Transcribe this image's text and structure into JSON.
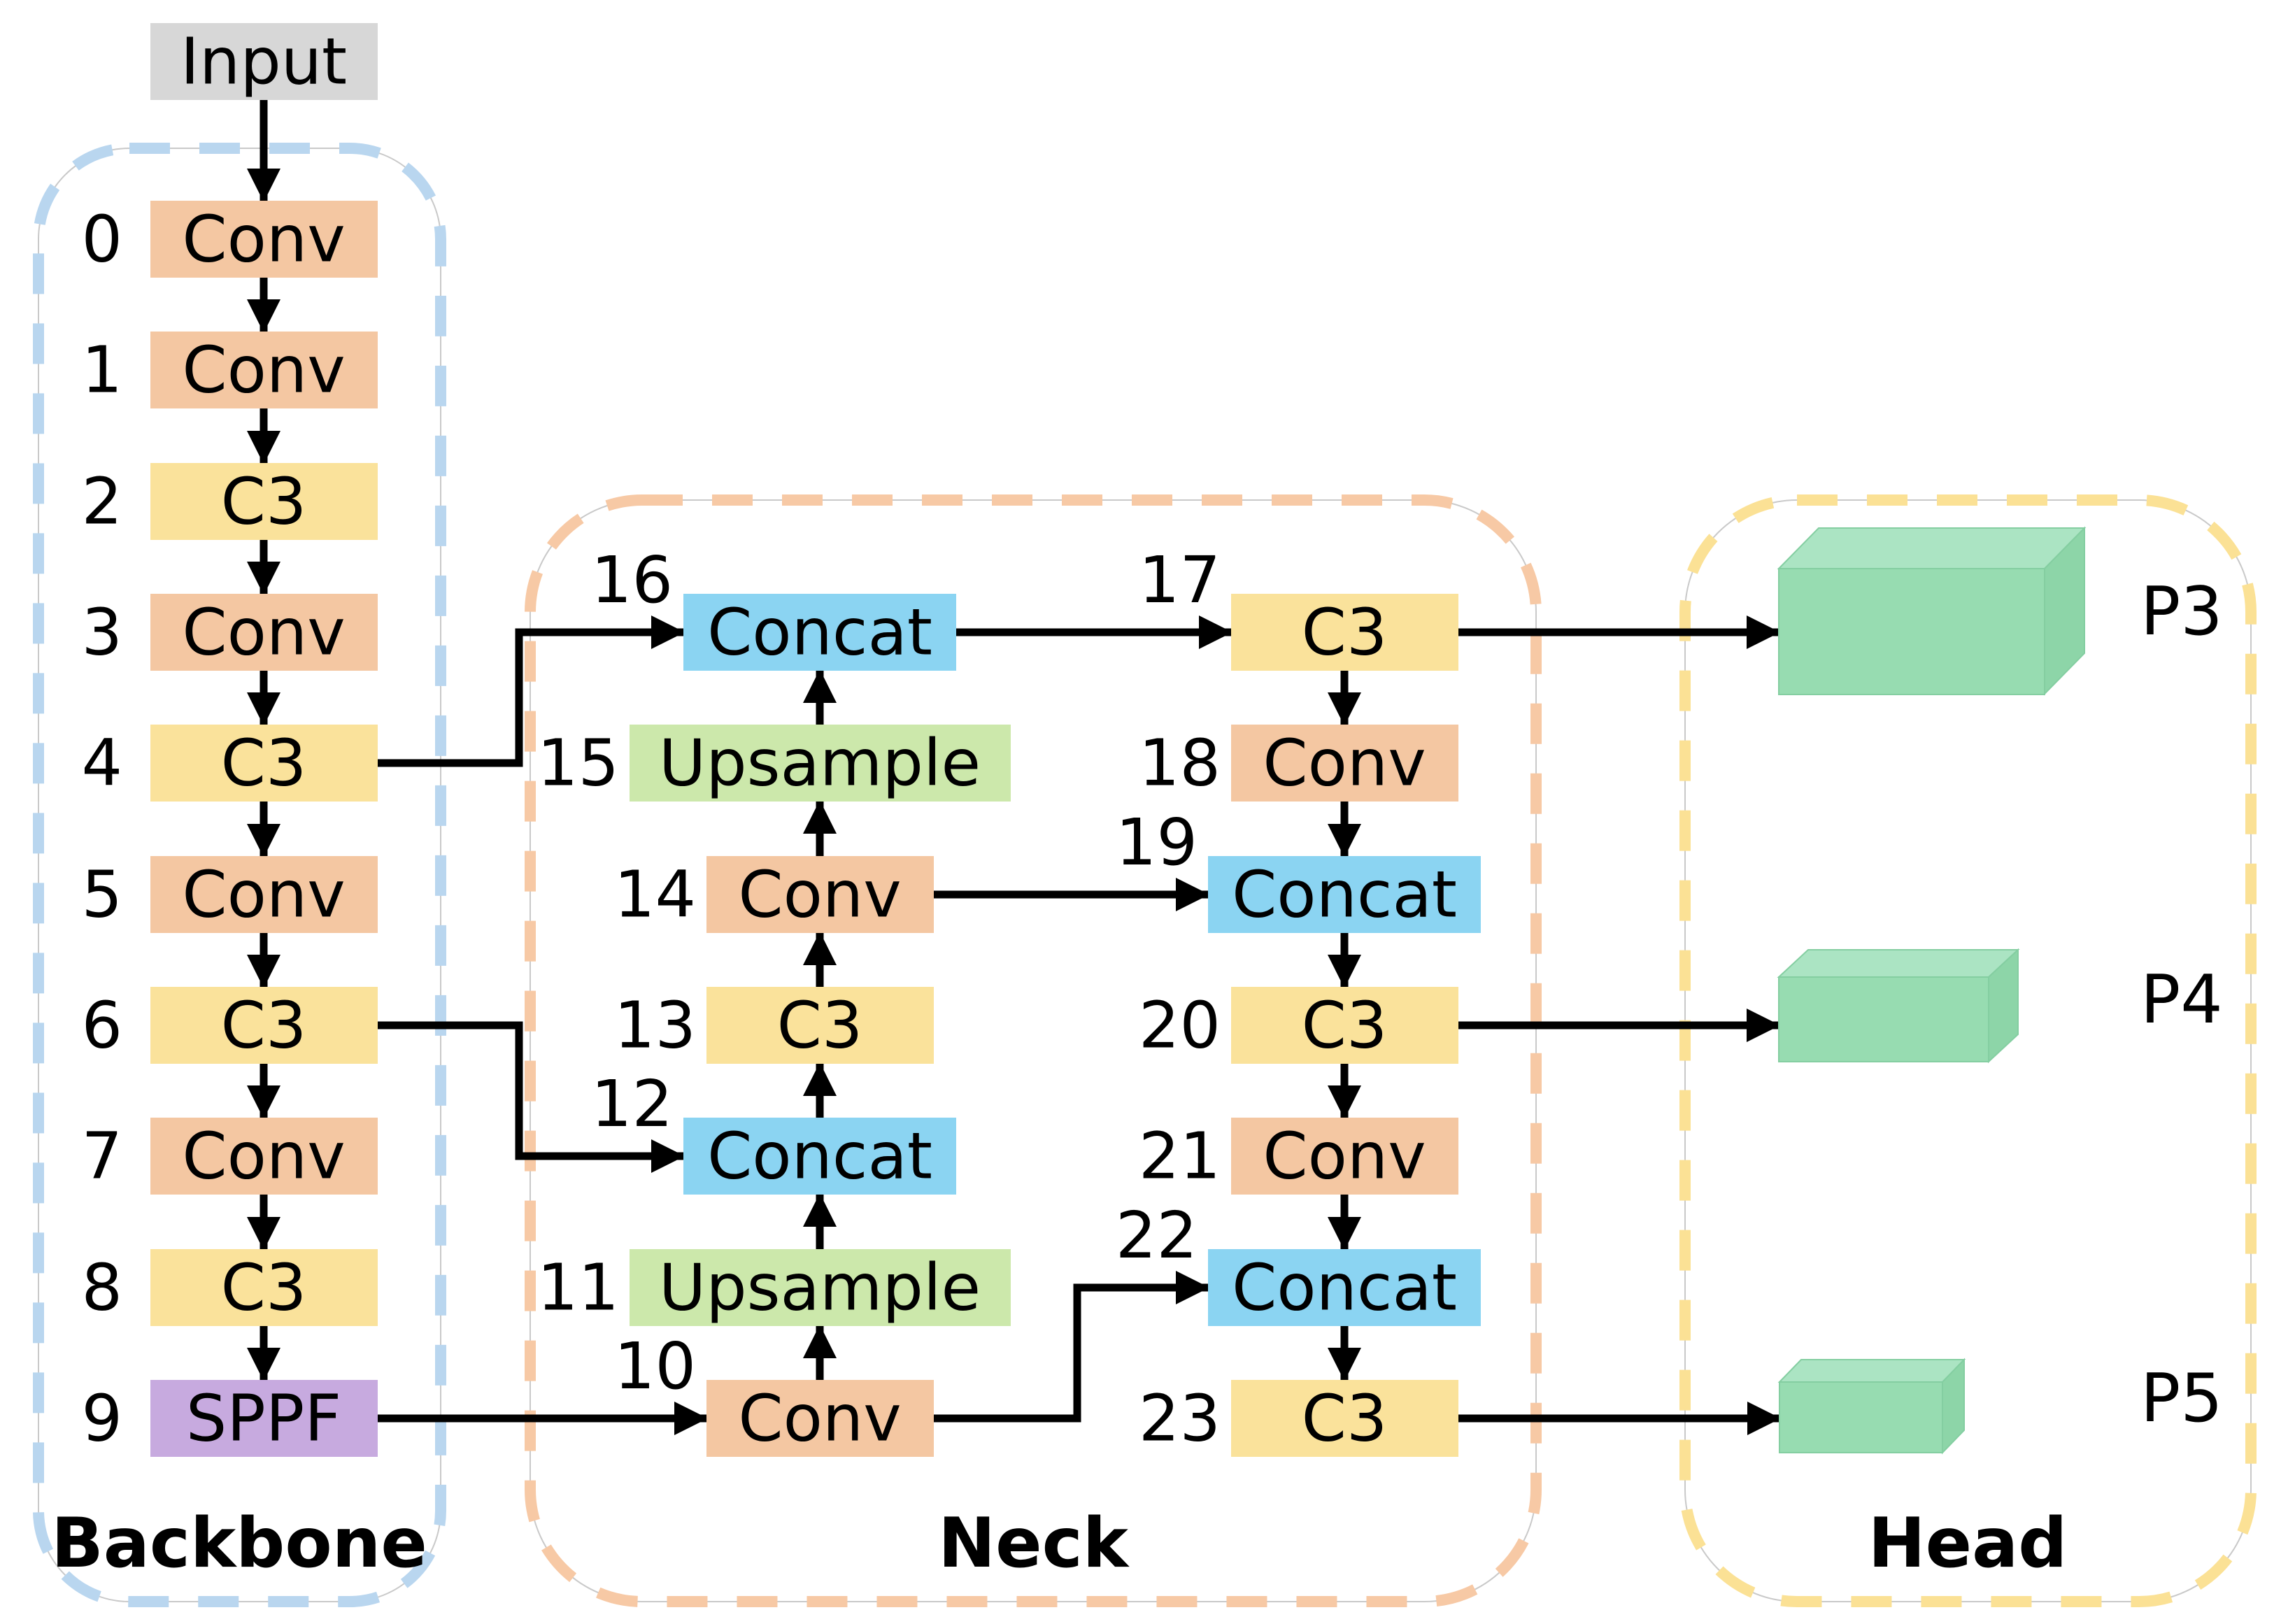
{
  "input": {
    "label": "Input"
  },
  "backbone": {
    "label": "Backbone",
    "nodes": [
      {
        "num": "0",
        "label": "Conv"
      },
      {
        "num": "1",
        "label": "Conv"
      },
      {
        "num": "2",
        "label": "C3"
      },
      {
        "num": "3",
        "label": "Conv"
      },
      {
        "num": "4",
        "label": "C3"
      },
      {
        "num": "5",
        "label": "Conv"
      },
      {
        "num": "6",
        "label": "C3"
      },
      {
        "num": "7",
        "label": "Conv"
      },
      {
        "num": "8",
        "label": "C3"
      },
      {
        "num": "9",
        "label": "SPPF"
      }
    ]
  },
  "neck": {
    "label": "Neck",
    "nodes": [
      {
        "num": "10",
        "label": "Conv"
      },
      {
        "num": "11",
        "label": "Upsample"
      },
      {
        "num": "12",
        "label": "Concat"
      },
      {
        "num": "13",
        "label": "C3"
      },
      {
        "num": "14",
        "label": "Conv"
      },
      {
        "num": "15",
        "label": "Upsample"
      },
      {
        "num": "16",
        "label": "Concat"
      },
      {
        "num": "17",
        "label": "C3"
      },
      {
        "num": "18",
        "label": "Conv"
      },
      {
        "num": "19",
        "label": "Concat"
      },
      {
        "num": "20",
        "label": "C3"
      },
      {
        "num": "21",
        "label": "Conv"
      },
      {
        "num": "22",
        "label": "Concat"
      },
      {
        "num": "23",
        "label": "C3"
      }
    ]
  },
  "head": {
    "label": "Head",
    "outputs": [
      {
        "label": "P3"
      },
      {
        "label": "P4"
      },
      {
        "label": "P5"
      }
    ]
  },
  "colors": {
    "input": "#D7D7D7",
    "conv": "#F4C7A2",
    "c3": "#FAE29B",
    "concat": "#8BD4F2",
    "upsample": "#CCE8AB",
    "sppf": "#C7AADF",
    "backbone_border": "#B9D6EF",
    "neck_border": "#F7C9A5",
    "head_border": "#FBE195",
    "p_front": "#97DCB1",
    "p_top": "#ABE4C3",
    "p_side": "#8DD5A8",
    "face_edge": "#84CEA1",
    "arrow": "#000000"
  }
}
